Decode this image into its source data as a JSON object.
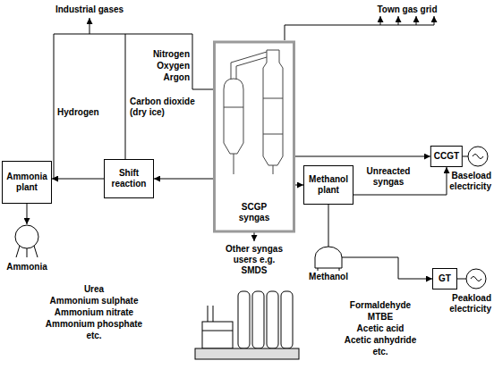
{
  "diagram": {
    "nodes": [
      {
        "text": [
          "Ammonia plant"
        ]
      },
      {
        "text": [
          "Shift reaction"
        ]
      },
      {
        "text": [
          "SCGP syngas"
        ]
      },
      {
        "text": [
          "Methanol plant"
        ]
      },
      {
        "text": [
          "CCGT"
        ]
      },
      {
        "text": [
          "GT"
        ]
      }
    ],
    "edges": [
      {
        "from": 2,
        "to": 1,
        "arrow": "to"
      },
      {
        "from": 1,
        "to": 0,
        "arrow": "to"
      },
      {
        "from": 2,
        "to": 4,
        "arrow": "to"
      },
      {
        "from": 2,
        "to": 3,
        "arrow": "to"
      },
      {
        "from": 3,
        "to": 4,
        "label": "Unreacted syngas",
        "arrow": "to"
      },
      {
        "from": 3,
        "to": 5,
        "arrow": "to"
      }
    ],
    "labels": [
      "Industrial gases",
      "Town gas grid",
      "Hydrogen",
      "Nitrogen",
      "Oxygen",
      "Argon",
      "Carbon dioxide (dry ice)",
      "Ammonia",
      "Urea",
      "Ammonium sulphate",
      "Ammonium nitrate",
      "Ammonium phosphate",
      "etc.",
      "Methanol",
      "Formaldehyde",
      "MTBE",
      "Acetic acid",
      "Acetic anhydride",
      "etc.",
      "Other syngas users e.g. SMDS",
      "Baseload electricity",
      "Peakload electricity"
    ]
  }
}
